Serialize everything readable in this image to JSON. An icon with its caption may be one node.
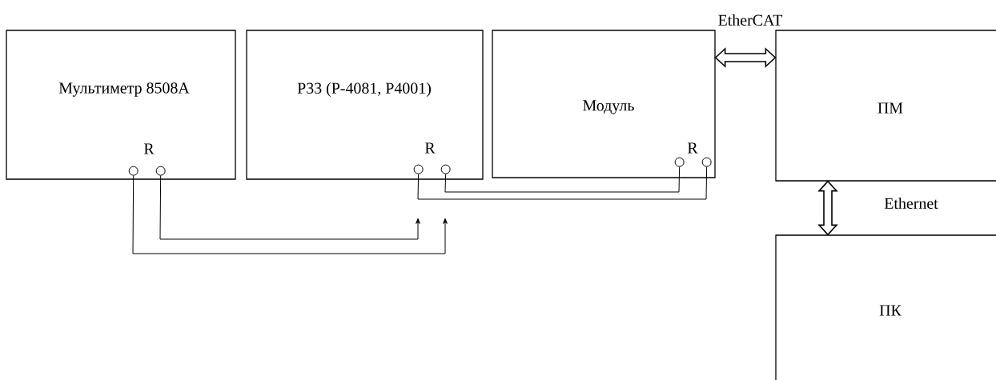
{
  "diagram": {
    "nodes": [
      {
        "text": [
          "Мультиметр 8508A",
          "R"
        ]
      },
      {
        "text": [],
        "shape": "circle",
        "in": 0
      },
      {
        "text": [],
        "shape": "circle",
        "in": 0
      },
      {
        "text": [
          "Р33 (Р-4081, Р4001)",
          "R"
        ]
      },
      {
        "text": [],
        "shape": "circle",
        "in": 3
      },
      {
        "text": [],
        "shape": "circle",
        "in": 3
      },
      {
        "text": [
          "Модуль",
          "R"
        ]
      },
      {
        "text": [],
        "shape": "circle",
        "in": 6
      },
      {
        "text": [],
        "shape": "circle",
        "in": 6
      },
      {
        "text": [
          "ПМ"
        ]
      },
      {
        "text": [
          "ПК"
        ]
      }
    ],
    "edges": [
      {
        "from": 1,
        "to": null,
        "arrow": "to"
      },
      {
        "from": 2,
        "to": null,
        "arrow": "to"
      },
      {
        "from": 4,
        "to": 8,
        "arrow": "none"
      },
      {
        "from": 5,
        "to": 7,
        "arrow": "none"
      },
      {
        "from": 6,
        "to": 9,
        "arrow": "both",
        "label": "EtherCAT",
        "style": "thick"
      },
      {
        "from": 9,
        "to": 10,
        "arrow": "both",
        "label": "Ethernet",
        "style": "thick"
      }
    ]
  }
}
